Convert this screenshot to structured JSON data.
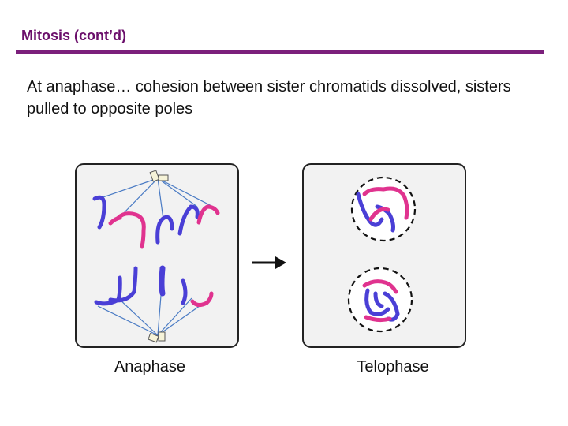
{
  "slide": {
    "title": "Mitosis (cont’d)",
    "body": "At anaphase… cohesion between sister chromatids dissolved, sisters pulled to opposite poles"
  },
  "panels": [
    {
      "label": "Anaphase"
    },
    {
      "label": "Telophase"
    }
  ],
  "colors": {
    "title": "#6b0f6b",
    "rule": "#7b1f7b",
    "chromatid_blue": "#4a3fd6",
    "chromatid_pink": "#e0338f",
    "spindle": "#4a7bc4"
  }
}
